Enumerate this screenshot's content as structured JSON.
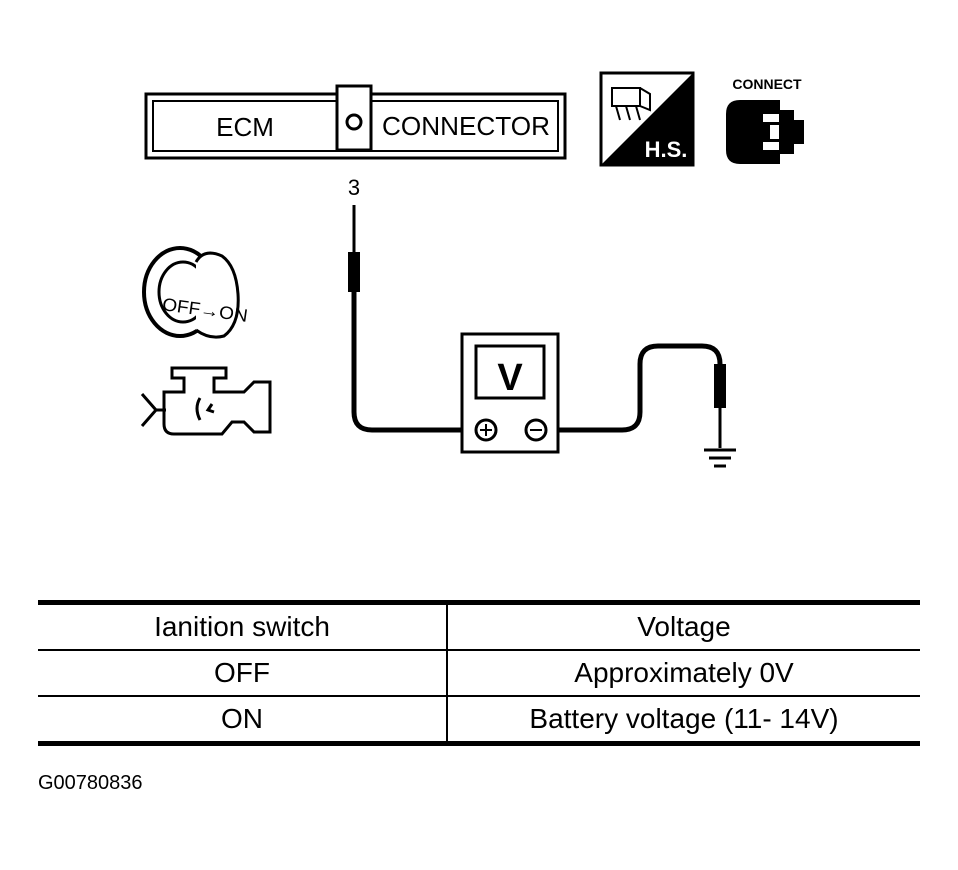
{
  "connector_label": {
    "left": "ECM",
    "right": "CONNECTOR",
    "pin": "3"
  },
  "icons": {
    "harness_side": {
      "name": "harness-side-icon",
      "text": "H.S."
    },
    "connect": {
      "name": "connect-icon",
      "text": "CONNECT"
    },
    "ignition": {
      "name": "ignition-key-icon",
      "text": "OFF→ON"
    },
    "engine": {
      "name": "engine-icon"
    },
    "meter": {
      "name": "voltmeter-icon",
      "text": "V"
    }
  },
  "table": {
    "headers": [
      "Ianition switch",
      "Voltage"
    ],
    "rows": [
      [
        "OFF",
        "Approximately 0V"
      ],
      [
        "ON",
        "Battery voltage (11- 14V)"
      ]
    ]
  },
  "figure_id": "G00780836"
}
